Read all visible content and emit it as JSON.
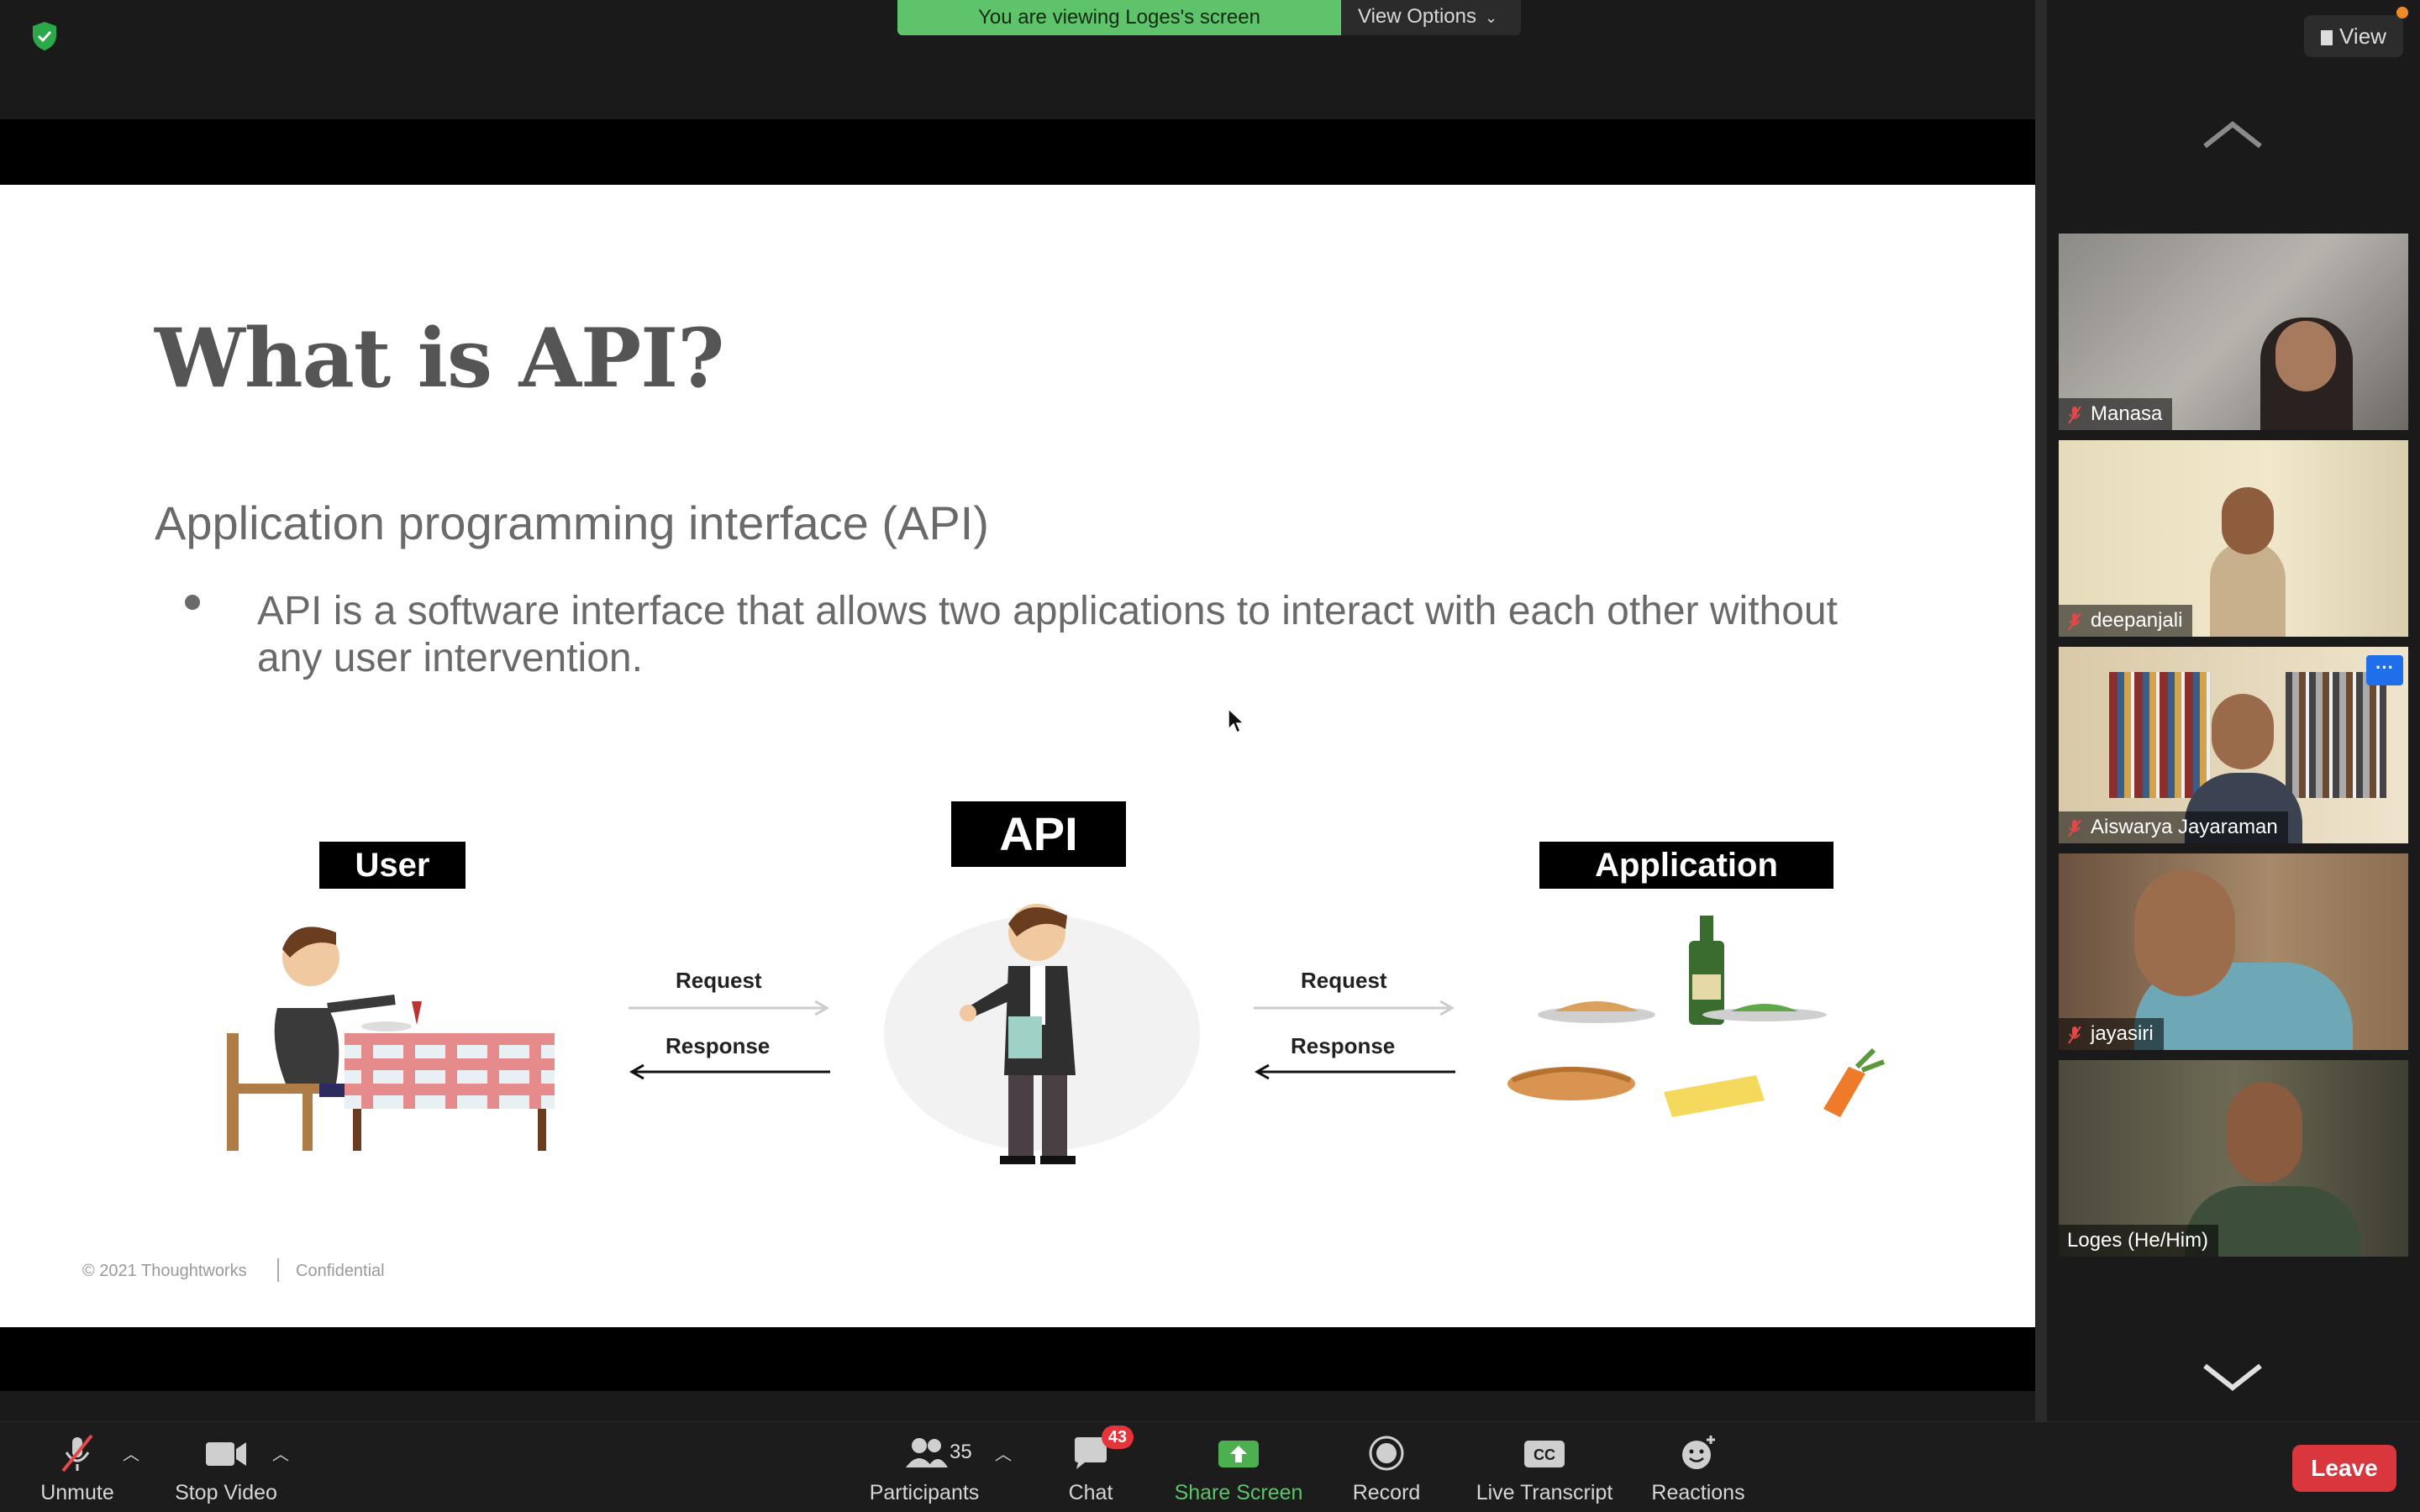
{
  "meeting": {
    "banner": "You are viewing Loges's screen",
    "view_options": "View Options",
    "view_button": "View"
  },
  "slide": {
    "title": "What is API?",
    "subtitle": "Application programming interface (API)",
    "bullet": "API is a software interface that allows two applications to interact with each other without any user intervention.",
    "diagram": {
      "user_label": "User",
      "api_label": "API",
      "app_label": "Application",
      "request_label": "Request",
      "response_label": "Response"
    },
    "footer_copyright": "© 2021 Thoughtworks",
    "footer_confidential": "Confidential"
  },
  "participants": [
    {
      "name": "Manasa",
      "muted": true
    },
    {
      "name": "deepanjali",
      "muted": true
    },
    {
      "name": "Aiswarya Jayaraman",
      "muted": true
    },
    {
      "name": "jayasiri",
      "muted": true
    },
    {
      "name": "Loges  (He/Him)",
      "muted": false
    }
  ],
  "toolbar": {
    "unmute": "Unmute",
    "stop_video": "Stop Video",
    "participants": "Participants",
    "participants_count": "35",
    "chat": "Chat",
    "chat_badge": "43",
    "share_screen": "Share Screen",
    "record": "Record",
    "live_transcript": "Live Transcript",
    "reactions": "Reactions",
    "leave": "Leave"
  },
  "colors": {
    "banner_green": "#5ec36b",
    "leave_red": "#d9363e",
    "badge_red": "#e5343a",
    "accent_blue": "#1f6feb"
  }
}
